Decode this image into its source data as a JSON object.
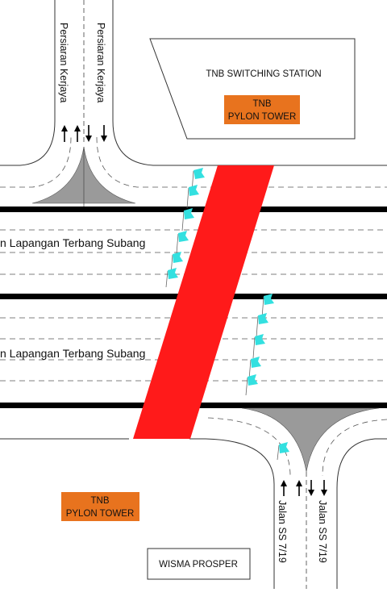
{
  "labels": {
    "switching_station": "TNB SWITCHING STATION",
    "pylon_top_line1": "TNB",
    "pylon_top_line2": "PYLON TOWER",
    "pylon_bottom_line1": "TNB",
    "pylon_bottom_line2": "PYLON TOWER",
    "wisma_prosper": "WISMA PROSPER",
    "road_persiaran_left": "Persiaran Kerjaya",
    "road_persiaran_right": "Persiaran Kerjaya",
    "road_lapangan_upper": "n Lapangan Terbang Subang",
    "road_lapangan_lower": "n Lapangan Terbang Subang",
    "road_jalan_left": "Jalan SS 7/19",
    "road_jalan_right": "Jalan SS 7/19"
  },
  "colors": {
    "pylon_box": "#e8731e",
    "corridor": "#ff1a1a",
    "flag": "#33e0e0",
    "median": "#9a9a9a",
    "road_edge": "#000000"
  },
  "icons": {
    "arrow": "arrow-icon",
    "flag": "flag-icon"
  }
}
